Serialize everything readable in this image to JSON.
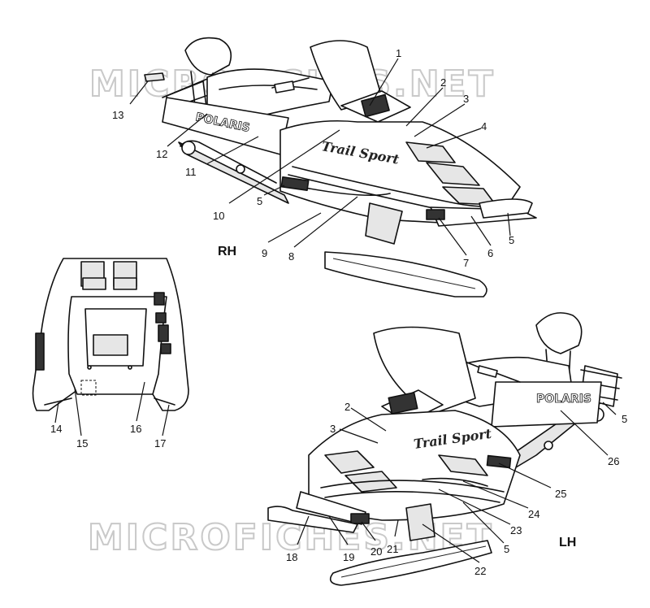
{
  "watermark": "MICROFICHES.NET",
  "views": {
    "rh": "RH",
    "lh": "LH"
  },
  "decals": {
    "model": "Trail Sport",
    "brand": "POLARIS"
  },
  "callouts": [
    "1",
    "2",
    "3",
    "4",
    "5",
    "6",
    "7",
    "8",
    "9",
    "10",
    "11",
    "12",
    "13",
    "14",
    "15",
    "16",
    "17",
    "18",
    "19",
    "20",
    "21",
    "22",
    "23",
    "24",
    "25",
    "26"
  ]
}
